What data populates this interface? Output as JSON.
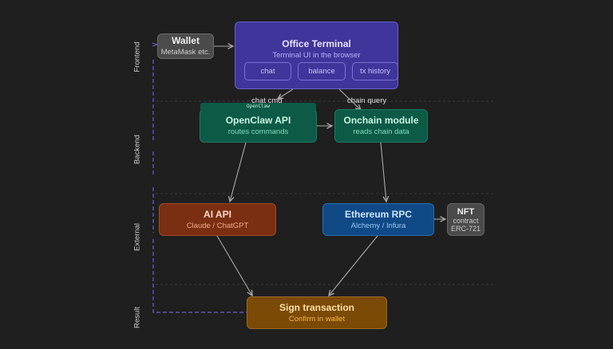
{
  "lanes": [
    "Frontend",
    "Backend",
    "External",
    "Result"
  ],
  "nodes": {
    "wallet": {
      "title": "Wallet",
      "subtitle": "MetaMask etc."
    },
    "terminal": {
      "title": "Office Terminal",
      "subtitle": "Terminal UI in the browser",
      "items": [
        "chat",
        "balance",
        "tx history"
      ]
    },
    "openclaw": {
      "tag": "OpenClaw",
      "title": "OpenClaw API",
      "subtitle": "routes commands"
    },
    "onchain": {
      "title": "Onchain module",
      "subtitle": "reads chain data"
    },
    "ai": {
      "title": "AI API",
      "subtitle": "Claude / ChatGPT"
    },
    "eth": {
      "title": "Ethereum RPC",
      "subtitle": "Alchemy / Infura"
    },
    "nft": {
      "title": "NFT",
      "subtitle": "contract",
      "subtitle2": "ERC-721"
    },
    "sign": {
      "title": "Sign transaction",
      "subtitle": "Confirm in wallet"
    }
  },
  "edges": {
    "chat_cmd": "chat cmd",
    "chain_query": "chain query"
  },
  "colors": {
    "background": "#1f1f1f",
    "terminal": "#3f359a",
    "backend": "#0d5a47",
    "ai": "#7a2e12",
    "eth": "#0f4a86",
    "nft": "#4a4a4a",
    "sign": "#7a4a06",
    "wallet_loop": "#6b60d0"
  }
}
